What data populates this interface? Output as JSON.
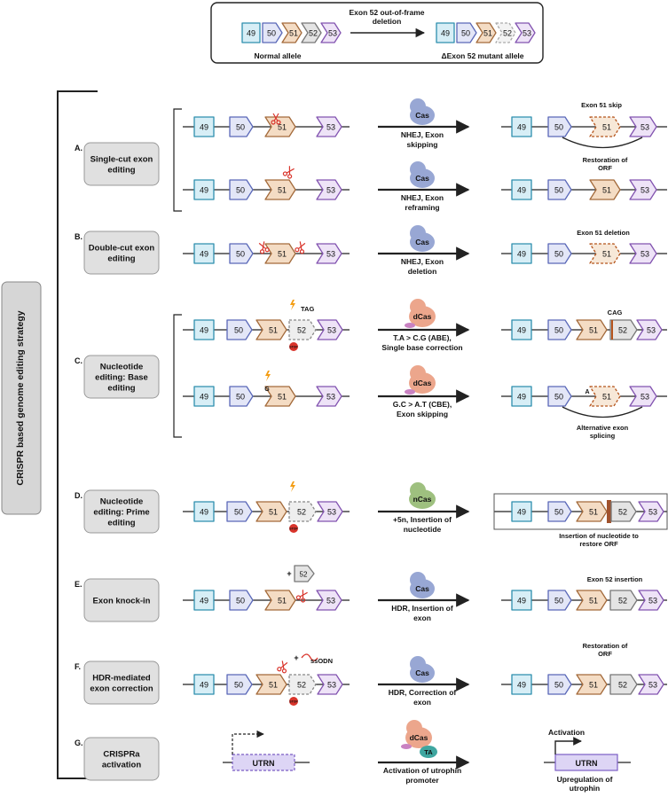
{
  "header": {
    "normal_exons": [
      "49",
      "50",
      "51",
      "52",
      "53"
    ],
    "deletion_label": "Exon 52 out-of-frame deletion",
    "normal_label": "Normal allele",
    "mutant_exons": [
      "49",
      "50",
      "51",
      "52",
      "53"
    ],
    "mutant_label": "ΔExon 52 mutant allele",
    "mutant_color": "#c0392b"
  },
  "sidebar_title": "CRISPR based genome editing strategy",
  "strategies": [
    {
      "letter": "A.",
      "title": "Single-cut exon editing"
    },
    {
      "letter": "B.",
      "title": "Double-cut exon editing"
    },
    {
      "letter": "C.",
      "title": "Nucleotide editing: Base editing"
    },
    {
      "letter": "D.",
      "title": "Nucleotide editing: Prime editing"
    },
    {
      "letter": "E.",
      "title": "Exon knock-in"
    },
    {
      "letter": "F.",
      "title": "HDR-mediated exon correction"
    },
    {
      "letter": "G.",
      "title": "CRISPRa activation"
    }
  ],
  "enzymes": {
    "cas": "Cas",
    "dcas": "dCas",
    "ncas": "nCas",
    "ta": "TA"
  },
  "mechanisms": {
    "a1": "NHEJ, Exon skipping",
    "a2": "NHEJ, Exon reframing",
    "b": "NHEJ, Exon deletion",
    "c1": "T.A > C.G (ABE), Single base correction",
    "c2": "G.C > A.T (CBE), Exon skipping",
    "d": "+5n, Insertion of nucleotide",
    "e": "HDR, Insertion of exon",
    "f": "HDR, Correction of exon",
    "g": "Activation of utrophin promoter"
  },
  "outcomes": {
    "a1": "Exon 51 skip",
    "a2": "Restoration of ORF",
    "b": "Exon 51 deletion",
    "c2": "Alternative exon splicing",
    "d": "Insertion of nucleotide to restore ORF",
    "e": "Exon 52 insertion",
    "f": "Restoration of ORF",
    "g_top": "Activation",
    "g_bottom": "Upregulation of utrophin"
  },
  "annotations": {
    "stop": "STOP",
    "tag": "TAG",
    "cag": "CAG",
    "plus": "+",
    "ssodn": "ssODN",
    "base_g": "G",
    "base_a": "A",
    "utrn": "UTRN"
  },
  "colors": {
    "exon49": "#d7eef6",
    "exon50": "#e3e6f7",
    "exon51": "#f4dcc4",
    "exon52": "#e4e4e4",
    "exon53": "#eee3f7",
    "cas": "#98a7d4",
    "dcas": "#eca68c",
    "ncas": "#9ec07f",
    "ta": "#3fa6a0",
    "stop": "#d9342b",
    "scissors": "#d9342b",
    "lightning": "#f39c12"
  }
}
